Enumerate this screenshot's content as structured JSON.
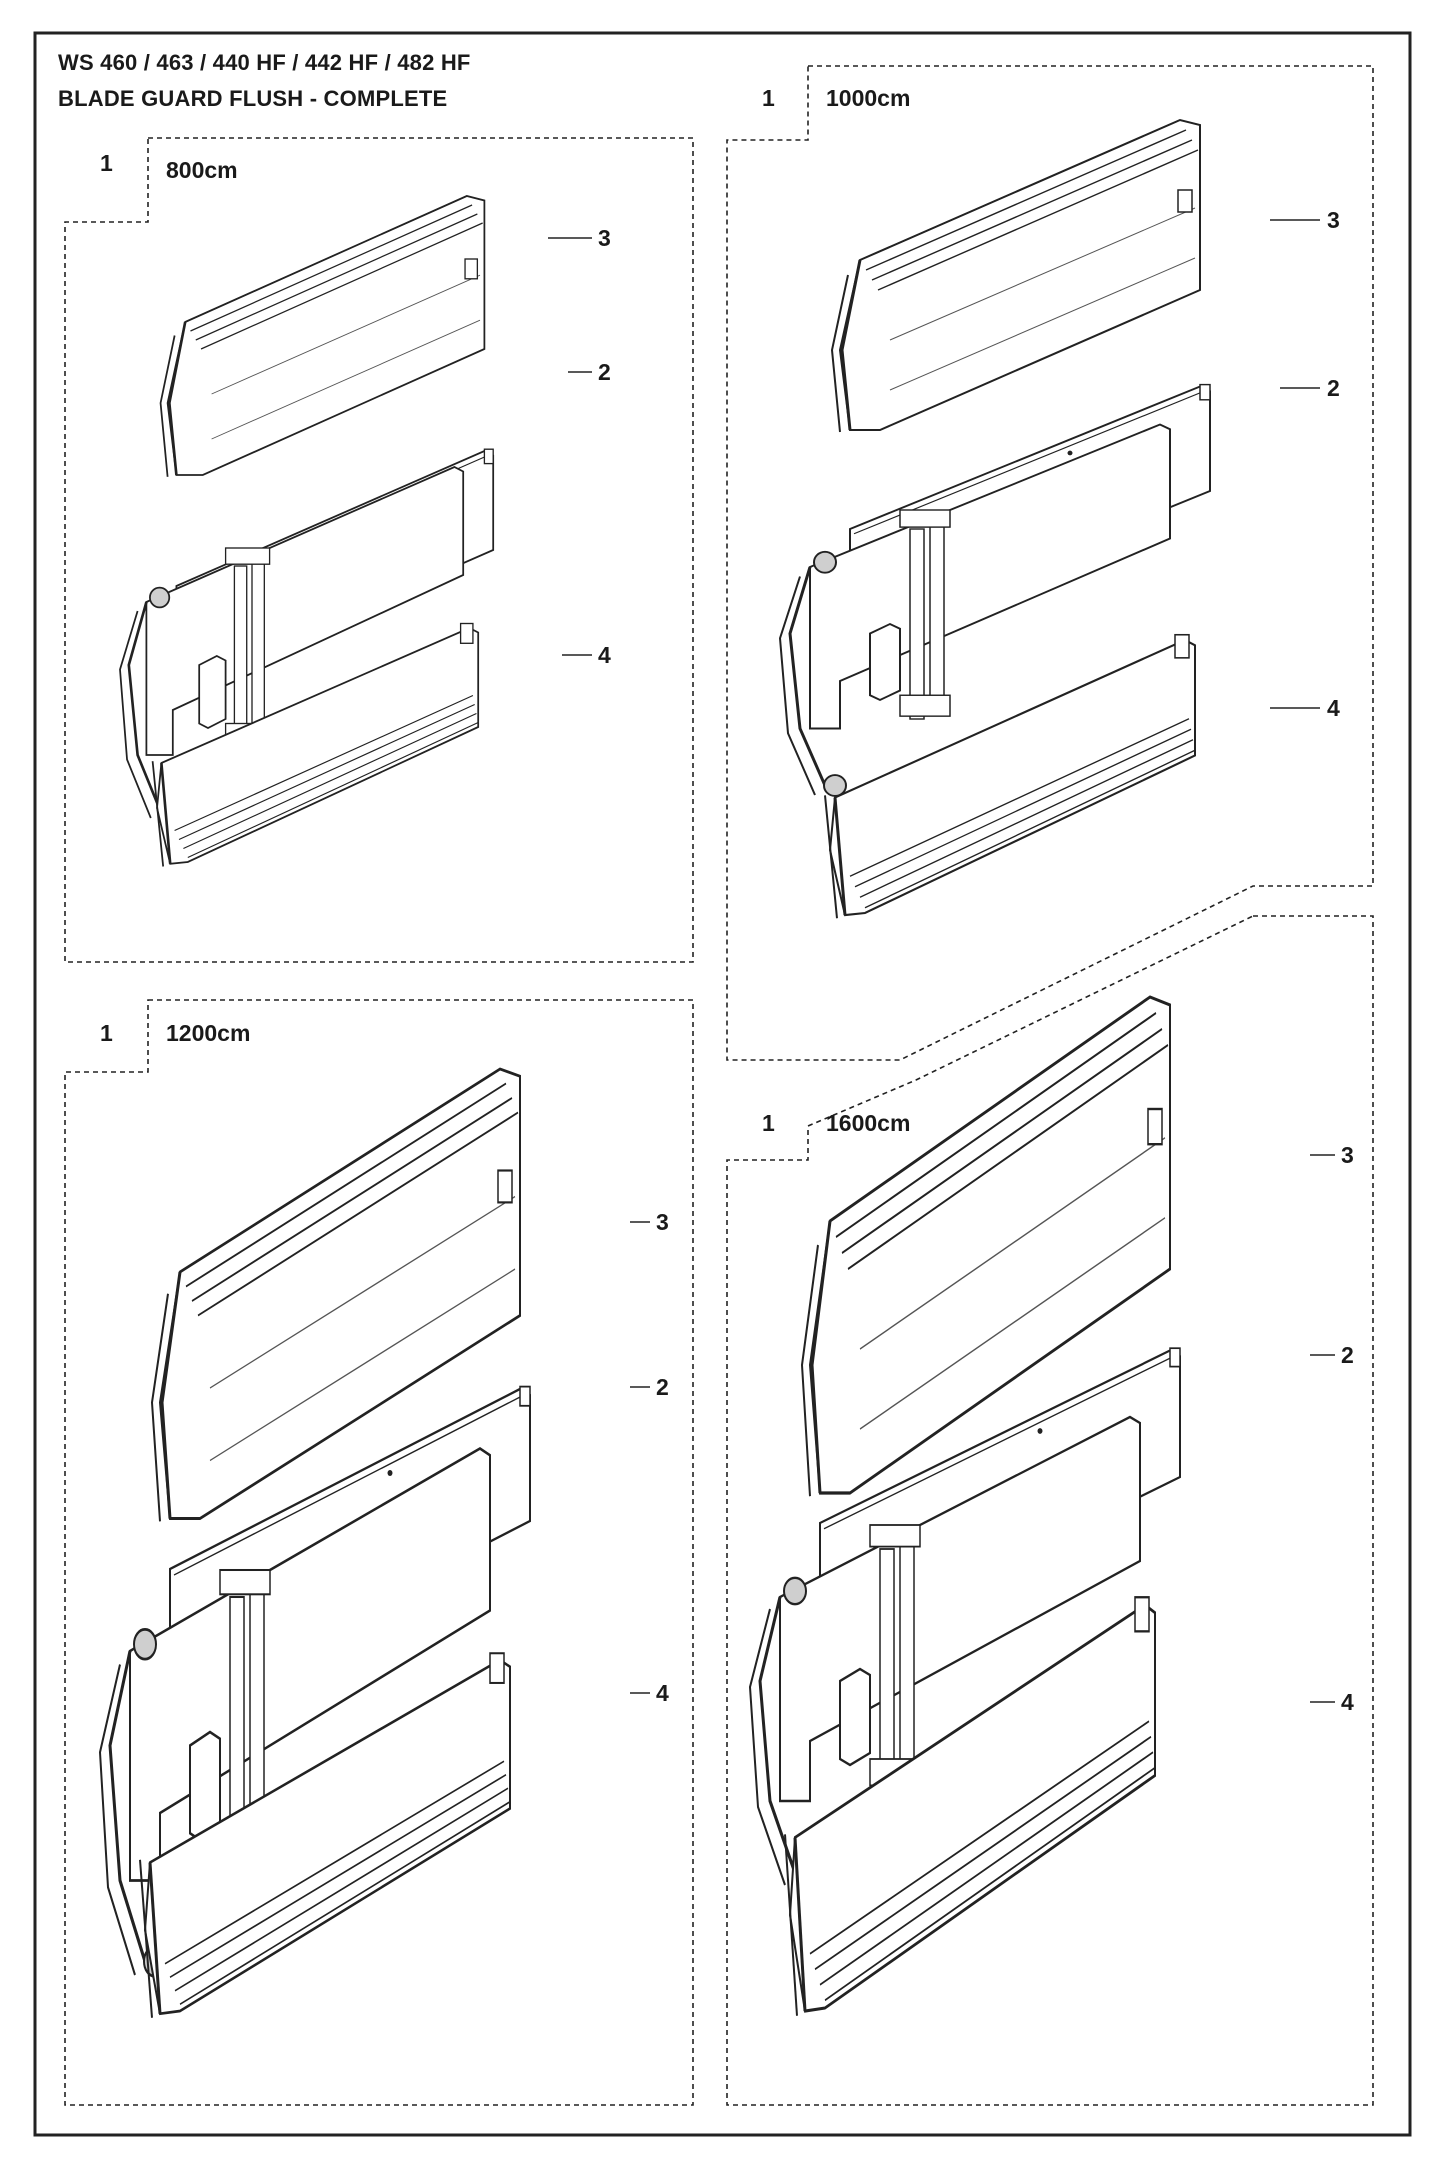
{
  "header": {
    "models": "WS 460 / 463 / 440 HF / 442 HF / 482 HF",
    "title": "BLADE GUARD FLUSH - COMPLETE"
  },
  "panels": [
    {
      "id": "p800",
      "item": "1",
      "size": "800cm",
      "parts": [
        "3",
        "2",
        "4"
      ]
    },
    {
      "id": "p1000",
      "item": "1",
      "size": "1000cm",
      "parts": [
        "3",
        "2",
        "4"
      ]
    },
    {
      "id": "p1200",
      "item": "1",
      "size": "1200cm",
      "parts": [
        "3",
        "2",
        "4"
      ]
    },
    {
      "id": "p1600",
      "item": "1",
      "size": "1600cm",
      "parts": [
        "3",
        "2",
        "4"
      ]
    }
  ],
  "colors": {
    "ink": "#1a1a1a",
    "line": "#222222",
    "fill": "#ffffff",
    "shade": "#cfcfcf"
  }
}
